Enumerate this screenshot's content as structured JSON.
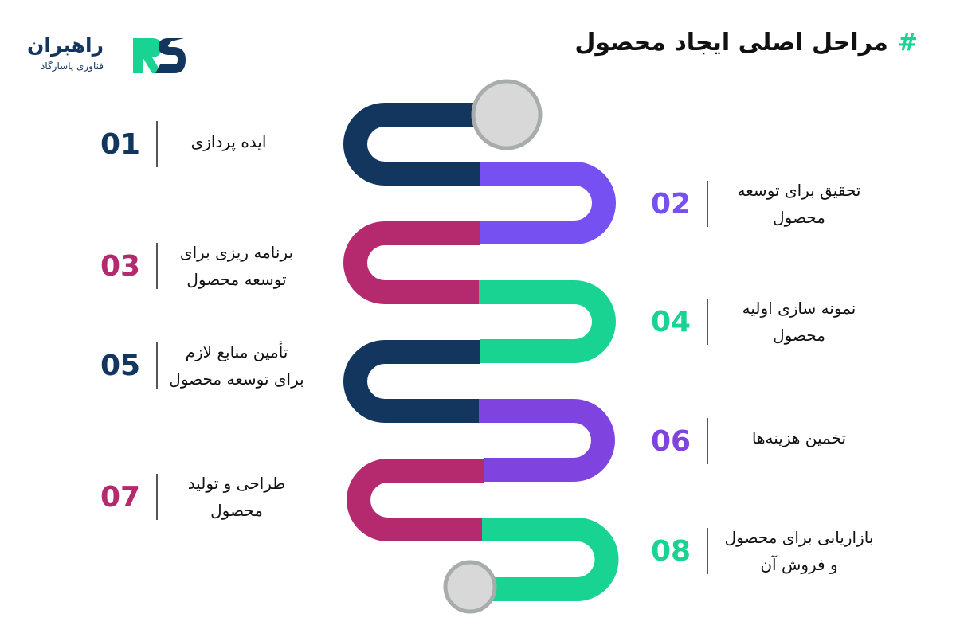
{
  "logo": {
    "name": "راهبران",
    "subtitle": "فناوری پاسارگاد",
    "mark": "RS",
    "colors": {
      "r": "#19d393",
      "s": "#12365e"
    }
  },
  "title": {
    "hash": "#",
    "text": "مراحل اصلی ایجاد محصول"
  },
  "colors": {
    "navy": "#12365e",
    "purple": "#7650f0",
    "purple2": "#7f43e0",
    "magenta": "#b52a6e",
    "green": "#19d393",
    "node_fill": "#d8d8d8",
    "node_stroke": "#a9acad"
  },
  "steps": [
    {
      "num": "01",
      "label": "ایده پردازی",
      "color": "#12365e",
      "side": "left"
    },
    {
      "num": "02",
      "label": "تحقیق برای توسعه محصول",
      "color": "#7650f0",
      "side": "right"
    },
    {
      "num": "03",
      "label": "برنامه ریزی برای توسعه محصول",
      "color": "#b52a6e",
      "side": "left"
    },
    {
      "num": "04",
      "label": "نمونه سازی اولیه محصول",
      "color": "#19d393",
      "side": "right"
    },
    {
      "num": "05",
      "label": "تأمین منابع لازم برای توسعه محصول",
      "color": "#12365e",
      "side": "left"
    },
    {
      "num": "06",
      "label": "تخمین هزینه‌ها",
      "color": "#7f43e0",
      "side": "right"
    },
    {
      "num": "07",
      "label": "طراحی و تولید محصول",
      "color": "#b52a6e",
      "side": "left"
    },
    {
      "num": "08",
      "label": "بازاریابی برای محصول و فروش آن",
      "color": "#19d393",
      "side": "right"
    }
  ]
}
